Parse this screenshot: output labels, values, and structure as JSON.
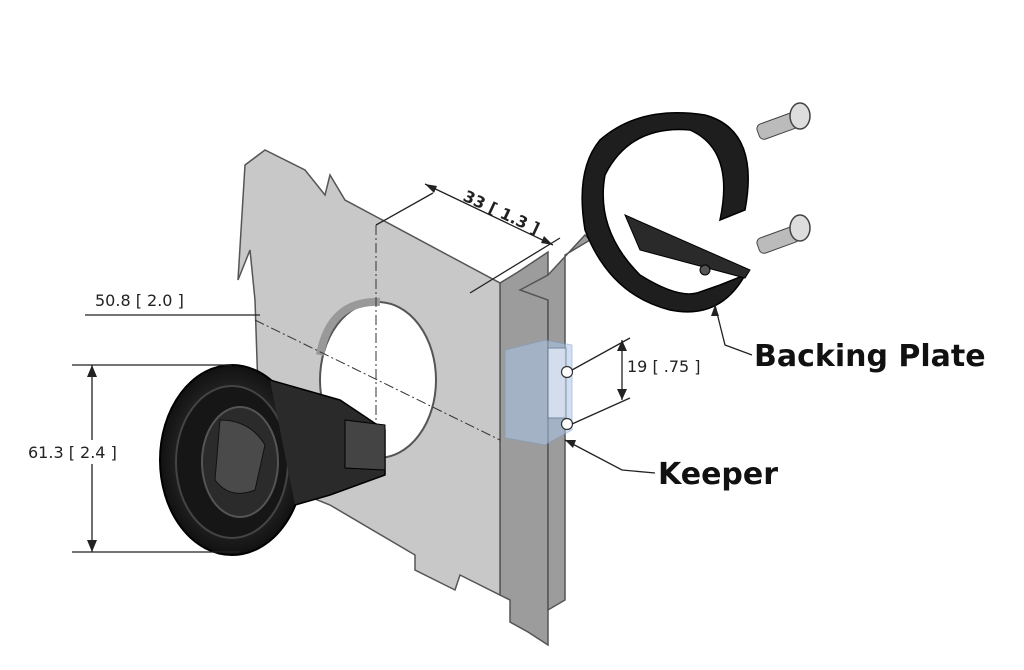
{
  "dimensions": {
    "depth": "33 [ 1.3 ]",
    "hole": "50.8 [ 2.0 ]",
    "bezel": "61.3 [ 2.4 ]",
    "keeper_spacing": "19 [ .75 ]"
  },
  "callouts": {
    "backing_plate": "Backing Plate",
    "keeper": "Keeper"
  },
  "colors": {
    "panel": "#c8c8c8",
    "panel_edge": "#9c9c9c",
    "hardware": "#1e1e1e",
    "keeper": "#aac4e6"
  }
}
